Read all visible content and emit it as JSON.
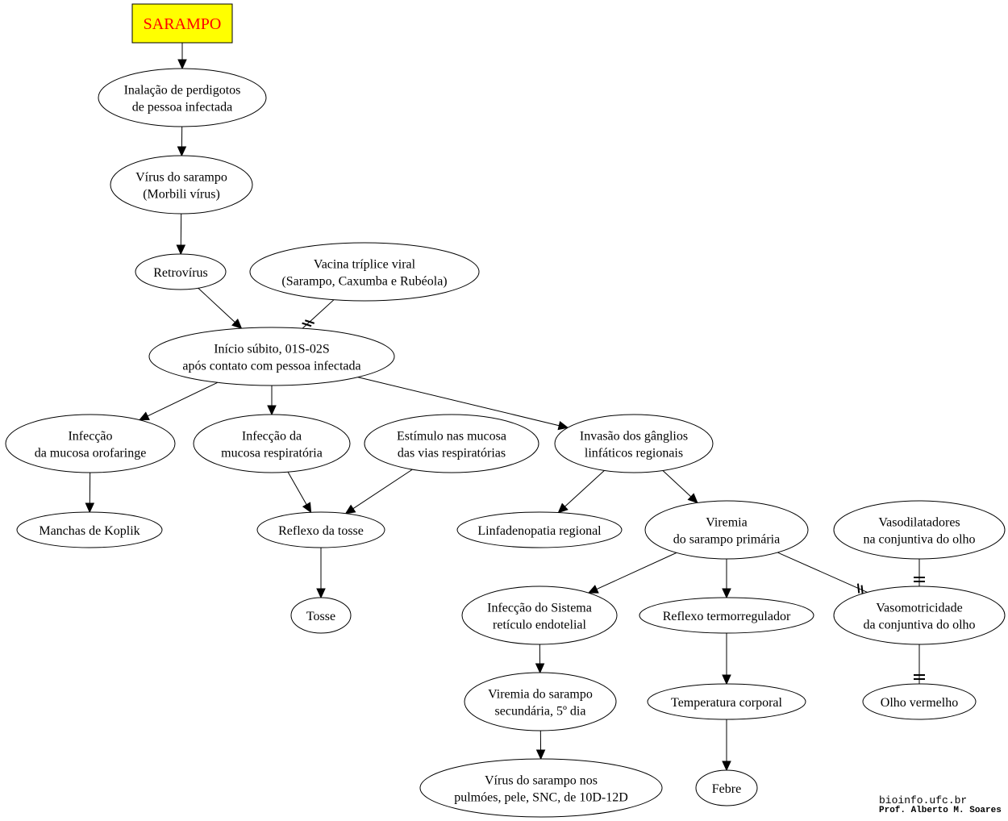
{
  "title": "SARAMPO",
  "colors": {
    "title_fill": "#ffff00",
    "title_text": "#ff0000",
    "stroke": "#000000"
  },
  "nodes": {
    "inalacao": [
      "Inalação de perdigotos",
      "de pessoa infectada"
    ],
    "virus": [
      "Vírus do sarampo",
      "(Morbili vírus)"
    ],
    "retrovirus": [
      "Retrovírus"
    ],
    "vacina": [
      "Vacina tríplice viral",
      "(Sarampo, Caxumba e Rubéola)"
    ],
    "inicio": [
      "Início súbito, 01S-02S",
      "após contato com pessoa infectada"
    ],
    "inf_oro": [
      "Infecção",
      "da mucosa orofaringe"
    ],
    "inf_resp": [
      "Infecção da",
      "mucosa respiratória"
    ],
    "estimulo": [
      "Estímulo nas mucosa",
      "das vias respiratórias"
    ],
    "invasao": [
      "Invasão dos gânglios",
      "linfáticos regionais"
    ],
    "koplik": [
      "Manchas de Koplik"
    ],
    "reflexo_tosse": [
      "Reflexo da tosse"
    ],
    "linfadenopatia": [
      "Linfadenopatia regional"
    ],
    "viremia1": [
      "Viremia",
      "do sarampo primária"
    ],
    "vasodilatadores": [
      "Vasodilatadores",
      "na conjuntiva do olho"
    ],
    "tosse": [
      "Tosse"
    ],
    "inf_sistema": [
      "Infecção do Sistema",
      "retículo endotelial"
    ],
    "reflexo_termo": [
      "Reflexo termorregulador"
    ],
    "vasomotricidade": [
      "Vasomotricidade",
      "da conjuntiva do olho"
    ],
    "viremia2": [
      "Viremia do sarampo",
      "secundária, 5º dia"
    ],
    "temperatura": [
      "Temperatura corporal"
    ],
    "olho": [
      "Olho vermelho"
    ],
    "virus_pulmoes": [
      "Vírus do sarampo nos",
      "pulmóes, pele, SNC, de 10D-12D"
    ],
    "febre": [
      "Febre"
    ]
  },
  "edges": [
    {
      "from": "title",
      "to": "inalacao",
      "type": "arrow"
    },
    {
      "from": "inalacao",
      "to": "virus",
      "type": "arrow"
    },
    {
      "from": "virus",
      "to": "retrovirus",
      "type": "arrow"
    },
    {
      "from": "retrovirus",
      "to": "inicio",
      "type": "arrow"
    },
    {
      "from": "vacina",
      "to": "inicio",
      "type": "inhibit"
    },
    {
      "from": "inicio",
      "to": "inf_oro",
      "type": "arrow"
    },
    {
      "from": "inicio",
      "to": "inf_resp",
      "type": "arrow"
    },
    {
      "from": "inicio",
      "to": "invasao",
      "type": "arrow"
    },
    {
      "from": "inf_oro",
      "to": "koplik",
      "type": "arrow"
    },
    {
      "from": "inf_resp",
      "to": "reflexo_tosse",
      "type": "arrow"
    },
    {
      "from": "estimulo",
      "to": "reflexo_tosse",
      "type": "arrow"
    },
    {
      "from": "reflexo_tosse",
      "to": "tosse",
      "type": "arrow"
    },
    {
      "from": "invasao",
      "to": "linfadenopatia",
      "type": "arrow"
    },
    {
      "from": "invasao",
      "to": "viremia1",
      "type": "arrow"
    },
    {
      "from": "viremia1",
      "to": "inf_sistema",
      "type": "arrow"
    },
    {
      "from": "viremia1",
      "to": "reflexo_termo",
      "type": "arrow"
    },
    {
      "from": "viremia1",
      "to": "vasomotricidade",
      "type": "inhibit"
    },
    {
      "from": "vasodilatadores",
      "to": "vasomotricidade",
      "type": "tee"
    },
    {
      "from": "vasomotricidade",
      "to": "olho",
      "type": "tee"
    },
    {
      "from": "inf_sistema",
      "to": "viremia2",
      "type": "arrow"
    },
    {
      "from": "viremia2",
      "to": "virus_pulmoes",
      "type": "arrow"
    },
    {
      "from": "reflexo_termo",
      "to": "temperatura",
      "type": "arrow"
    },
    {
      "from": "temperatura",
      "to": "febre",
      "type": "arrow"
    }
  ],
  "credits": {
    "site": "bioinfo.ufc.br",
    "author": "Prof. Alberto M. Soares"
  }
}
